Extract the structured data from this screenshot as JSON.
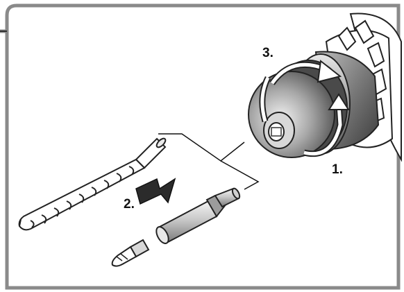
{
  "steps": {
    "step1": "1.",
    "step2": "2.",
    "step3": "3."
  },
  "colors": {
    "frame_border": "#8a8a8a",
    "frame_fill": "#ffffff",
    "ink": "#111111",
    "chuck_dark": "#4a4a4a",
    "chuck_mid": "#8e8e8e",
    "chuck_light": "#d6d6d6"
  },
  "icons": [
    "drill-chuck-icon",
    "drill-bit-icon",
    "bit-holder-icon",
    "screwdriver-bit-icon",
    "rotate-arrow-icon",
    "push-arrow-icon"
  ]
}
